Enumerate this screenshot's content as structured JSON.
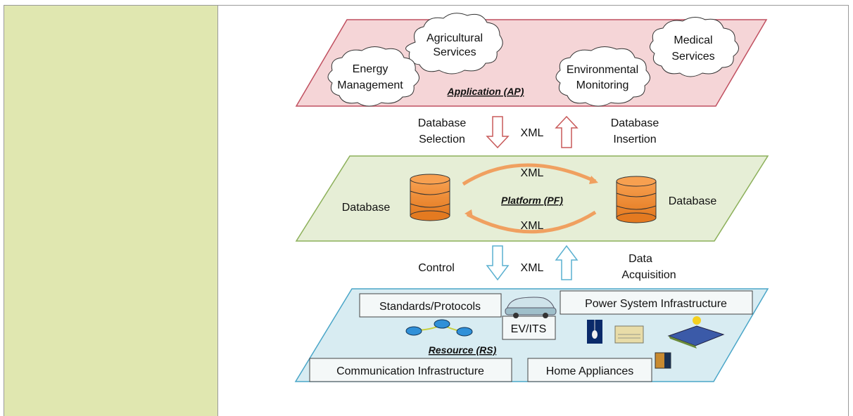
{
  "application_layer": {
    "title": "Application (AP)",
    "services": [
      {
        "line1": "Agricultural",
        "line2": "Services"
      },
      {
        "line1": "Energy",
        "line2": "Management"
      },
      {
        "line1": "Environmental",
        "line2": "Monitoring"
      },
      {
        "line1": "Medical",
        "line2": "Services"
      }
    ]
  },
  "upper_exchange": {
    "left_line1": "Database",
    "left_line2": "Selection",
    "middle": "XML",
    "right_line1": "Database",
    "right_line2": "Insertion"
  },
  "platform_layer": {
    "title": "Platform (PF)",
    "db_left_label": "Database",
    "db_right_label": "Database",
    "xml_top": "XML",
    "xml_bottom": "XML"
  },
  "lower_exchange": {
    "left": "Control",
    "middle": "XML",
    "right_line1": "Data",
    "right_line2": "Acquisition"
  },
  "resource_layer": {
    "title": "Resource (RS)",
    "boxes": {
      "standards": "Standards/Protocols",
      "power": "Power System Infrastructure",
      "ev": "EV/ITS",
      "comm": "Communication Infrastructure",
      "home": "Home Appliances"
    }
  },
  "colors": {
    "sidebar": "#e0e7b0",
    "app_fill": "#f5d5d7",
    "app_stroke": "#c05060",
    "platform_fill": "#e6eed6",
    "platform_stroke": "#8cb05a",
    "resource_fill": "#d8ecf2",
    "resource_stroke": "#4aa6c8",
    "db_orange": "#f08a30",
    "down_arrow_red": "#c85a5a",
    "down_arrow_blue": "#5ab0d0"
  }
}
